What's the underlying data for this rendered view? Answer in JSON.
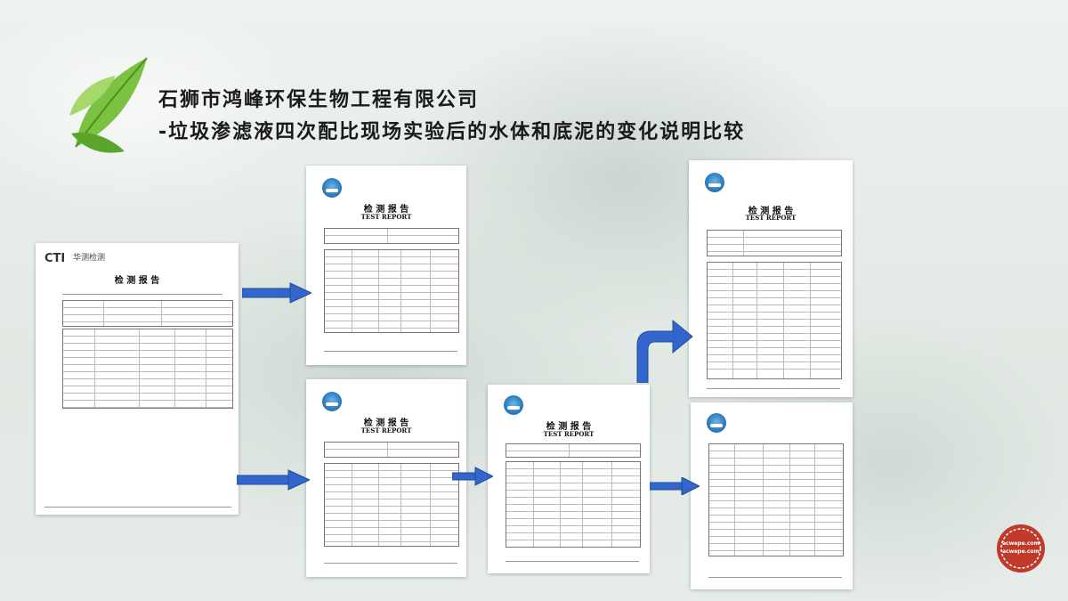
{
  "header": {
    "title_line1": "石狮市鸿峰环保生物工程有限公司",
    "title_line2": "-垃圾渗滤液四次配比现场实验后的水体和底泥的变化说明比较"
  },
  "doc_cti": {
    "brand": "CTI",
    "brand_cn": "华测检测",
    "report_title": "检 测 报 告"
  },
  "doc_reports": {
    "title_cn": "检 测 报 告",
    "title_en": "TEST REPORT"
  },
  "stamp": {
    "line1": "acwepe.com",
    "line2": "acwepe.com"
  },
  "colors": {
    "arrow_blue": "#3366cc",
    "title": "#1a1a1a",
    "leaf": "#7cc242"
  }
}
